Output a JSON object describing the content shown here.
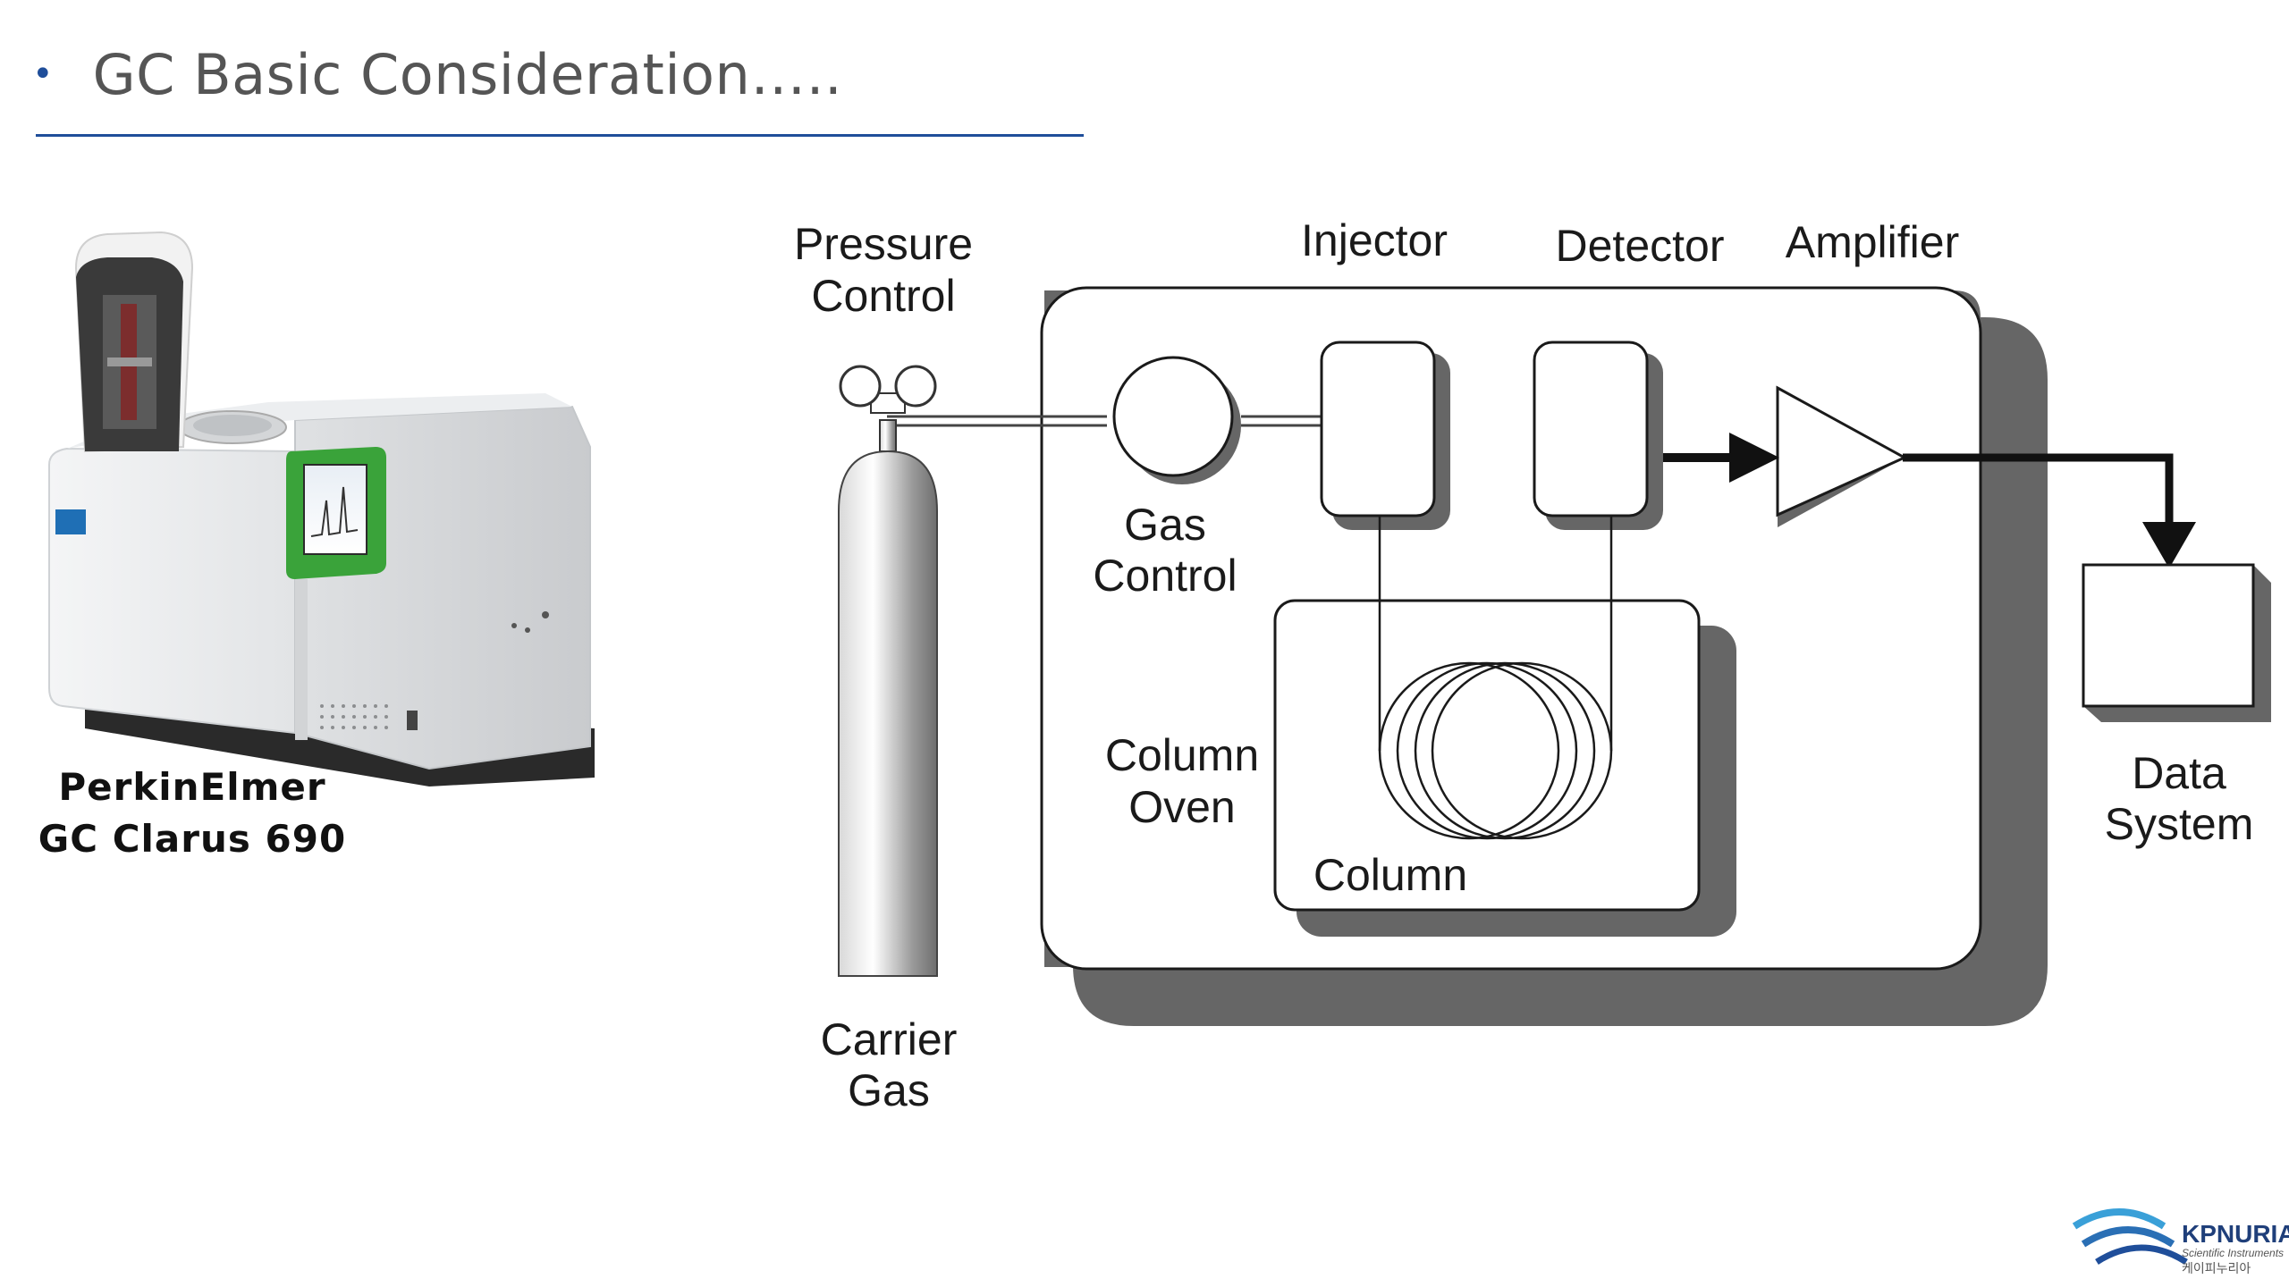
{
  "slide": {
    "bullet": "•",
    "title": "GC Basic Consideration….."
  },
  "instrument": {
    "caption_line1": "PerkinElmer",
    "caption_line2": "GC Clarus 690"
  },
  "diagram": {
    "pressure_control_1": "Pressure",
    "pressure_control_2": "Control",
    "injector": "Injector",
    "detector": "Detector",
    "amplifier": "Amplifier",
    "gas_control_1": "Gas",
    "gas_control_2": "Control",
    "column_oven_1": "Column",
    "column_oven_2": "Oven",
    "column": "Column",
    "carrier_gas_1": "Carrier",
    "carrier_gas_2": "Gas",
    "data_system_1": "Data",
    "data_system_2": "System"
  },
  "logo": {
    "brand": "KPNURIA",
    "tagline": "Scientific Instruments",
    "korean": "케이피누리아"
  },
  "colors": {
    "accent": "#1f4e9a",
    "shadow": "#666666",
    "instrument_green": "#3aa33a"
  }
}
